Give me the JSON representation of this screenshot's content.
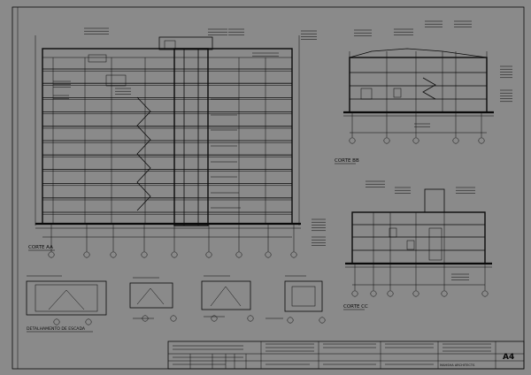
{
  "sheet": {
    "section_labels": {
      "aa": "CORTE AA",
      "bb": "CORTE BB",
      "cc": "CORTE CC",
      "stair": "DETALHAMENTO DE ESCADA"
    },
    "title_block": {
      "sheet_size": "A4",
      "firm": "MAHSHA ARCHITECTS"
    }
  }
}
